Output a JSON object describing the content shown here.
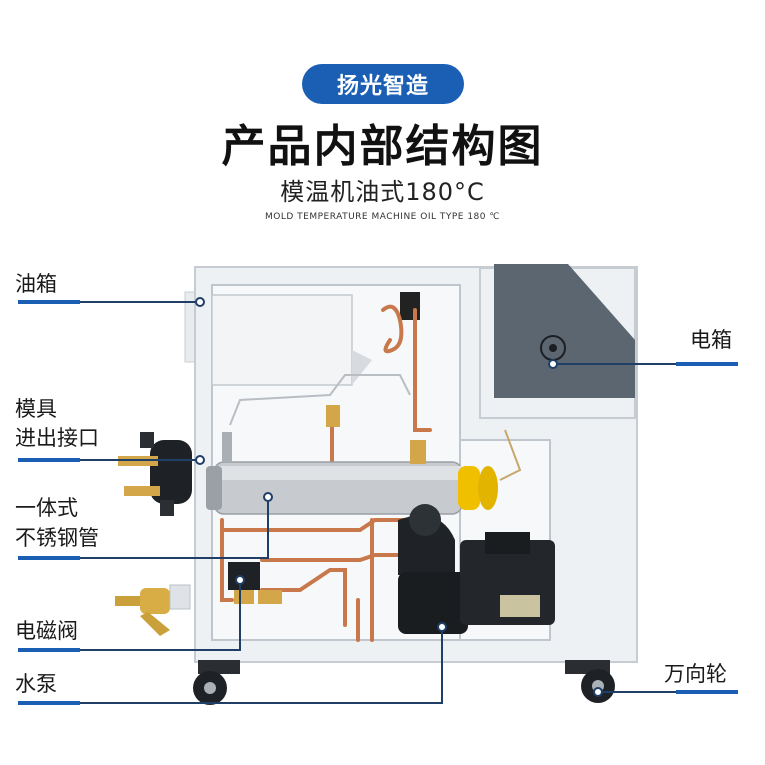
{
  "brand_badge": "扬光智造",
  "title": "产品内部结构图",
  "subtitle": "模温机油式180°C",
  "subtitle_en": "MOLD TEMPERATURE MACHINE OIL TYPE 180 ℃",
  "labels": {
    "oil_tank": "油箱",
    "mold_port_line1": "模具",
    "mold_port_line2": "进出接口",
    "steel_pipe_line1": "一体式",
    "steel_pipe_line2": "不锈钢管",
    "solenoid_valve": "电磁阀",
    "water_pump": "水泵",
    "electric_box": "电箱",
    "caster": "万向轮"
  },
  "colors": {
    "accent": "#1a5fb4",
    "leader_line": "#1f3f66",
    "copper": "#c8784a",
    "cabinet": "#f2f4f6",
    "electric_box": "#5b6670"
  }
}
